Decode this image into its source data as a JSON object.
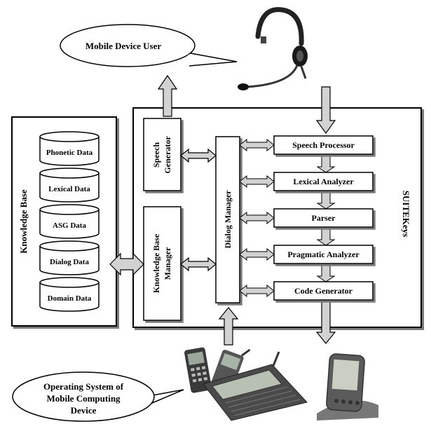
{
  "callouts": {
    "user": "Mobile Device User",
    "os_line1": "Operating System of",
    "os_line2": "Mobile Computing",
    "os_line3": "Device"
  },
  "knowledge_base": {
    "title": "Knowledge Base",
    "stores": [
      "Phonetic Data",
      "Lexical Data",
      "ASG Data",
      "Dialog Data",
      "Domain Data"
    ]
  },
  "suite": {
    "title": "SUITEKeys",
    "speech_generator_line1": "Speech",
    "speech_generator_line2": "Generator",
    "kb_manager_line1": "Knowledge Base",
    "kb_manager_line2": "Manager",
    "dialog_manager": "Dialog Manager",
    "pipeline": [
      "Speech Processor",
      "Lexical Analyzer",
      "Parser",
      "Pragmatic Analyzer",
      "Code Generator"
    ]
  },
  "colors": {
    "arrow_fill": "#d2d2d2",
    "shadow": "#7a7a7a",
    "stroke": "#000000"
  }
}
